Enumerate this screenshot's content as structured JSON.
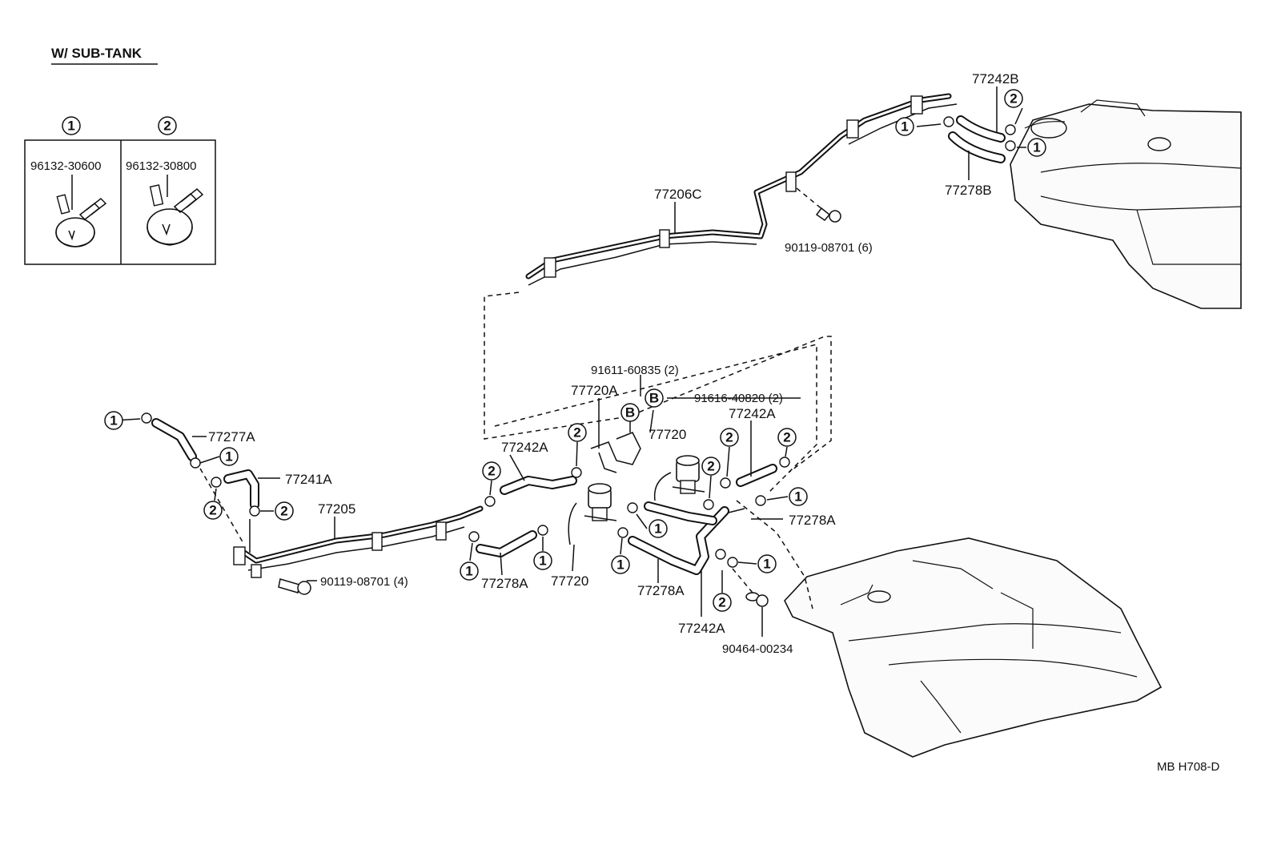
{
  "header": {
    "title": "W/ SUB-TANK"
  },
  "legend": {
    "col1": {
      "badge": "1",
      "part": "96132-30600"
    },
    "col2": {
      "badge": "2",
      "part": "96132-30800"
    }
  },
  "badges": {
    "one": "1",
    "two": "2",
    "b": "B"
  },
  "parts": {
    "p77206C": "77206C",
    "p77242B": "77242B",
    "p77278B": "77278B",
    "p90119_6": "90119-08701 (6)",
    "p91611": "91611-60835 (2)",
    "p91616": "91616-40820 (2)",
    "p77720A": "77720A",
    "p77720_top": "77720",
    "p77242A_left": "77242A",
    "p77242A_right": "77242A",
    "p77242A_bottom": "77242A",
    "p77277A": "77277A",
    "p77241A": "77241A",
    "p77205": "77205",
    "p90119_4": "90119-08701 (4)",
    "p77278A_left": "77278A",
    "p77720_bottom": "77720",
    "p77278A_mid": "77278A",
    "p77278A_right": "77278A",
    "p90464": "90464-00234"
  },
  "footer": {
    "code": "MB  H708-D"
  }
}
